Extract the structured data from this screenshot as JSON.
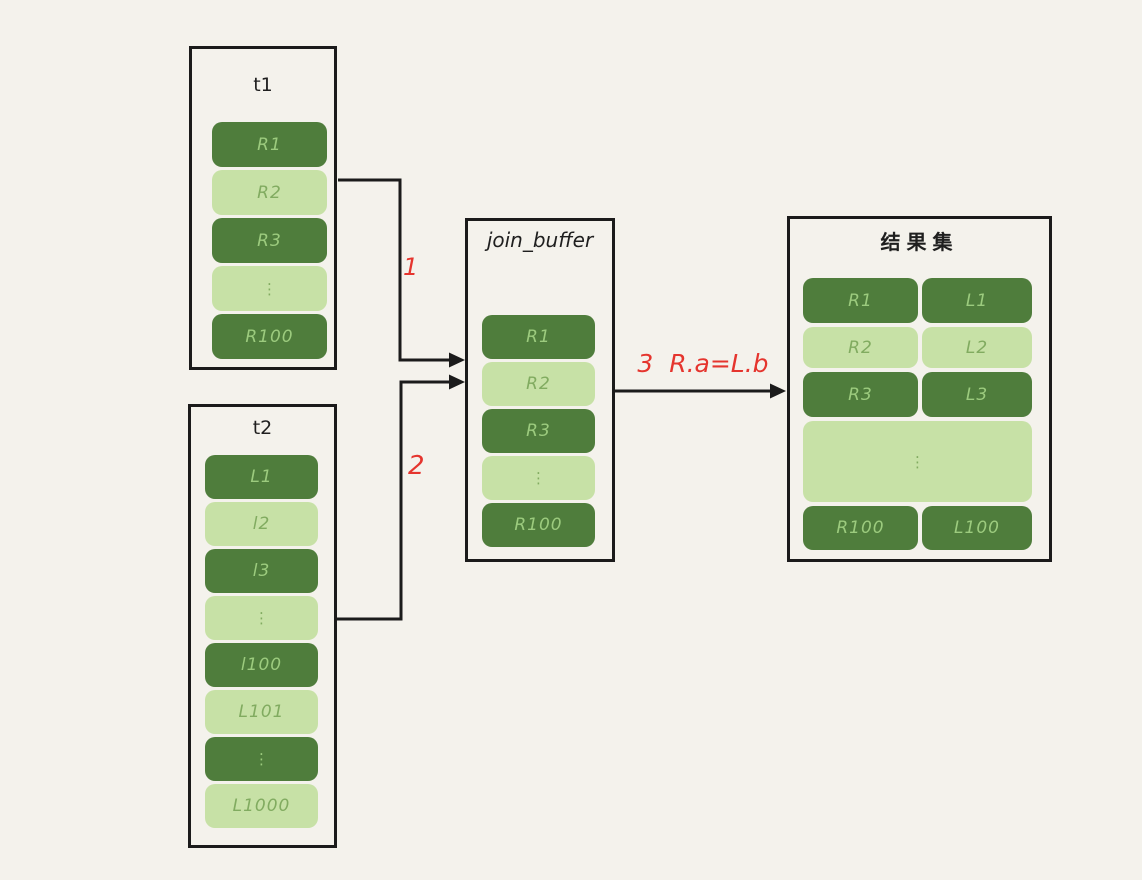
{
  "colors": {
    "bg": "#f4f2ec",
    "dark_green": "#4f7d3c",
    "light_green": "#c7e1a6",
    "text_on_dark": "#9ccb7e",
    "text_on_light": "#81ab60",
    "line": "#1b1b1b",
    "red": "#e5352e"
  },
  "t1": {
    "title": "t1",
    "rows": [
      {
        "label": "R1",
        "variant": "dark"
      },
      {
        "label": "R2",
        "variant": "light"
      },
      {
        "label": "R3",
        "variant": "dark"
      },
      {
        "label": "⋮",
        "variant": "light"
      },
      {
        "label": "R100",
        "variant": "dark"
      }
    ]
  },
  "t2": {
    "title": "t2",
    "rows": [
      {
        "label": "L1",
        "variant": "dark"
      },
      {
        "label": "l2",
        "variant": "light"
      },
      {
        "label": "l3",
        "variant": "dark"
      },
      {
        "label": "⋮",
        "variant": "light"
      },
      {
        "label": "l100",
        "variant": "dark"
      },
      {
        "label": "L101",
        "variant": "light"
      },
      {
        "label": "⋮",
        "variant": "dark"
      },
      {
        "label": "L1000",
        "variant": "light"
      }
    ]
  },
  "join_buffer": {
    "title": "join_buffer",
    "rows": [
      {
        "label": "R1",
        "variant": "dark"
      },
      {
        "label": "R2",
        "variant": "light"
      },
      {
        "label": "R3",
        "variant": "dark"
      },
      {
        "label": "⋮",
        "variant": "light"
      },
      {
        "label": "R100",
        "variant": "dark"
      }
    ]
  },
  "result": {
    "title": "结果集",
    "rows": [
      {
        "left": "R1",
        "right": "L1",
        "variant": "dark"
      },
      {
        "left": "R2",
        "right": "L2",
        "variant": "light"
      },
      {
        "left": "R3",
        "right": "L3",
        "variant": "dark"
      },
      {
        "label": "⋮",
        "variant": "light",
        "type": "dots"
      },
      {
        "left": "R100",
        "right": "L100",
        "variant": "dark"
      }
    ]
  },
  "arrows": {
    "step1": {
      "label": "1",
      "from": "t1",
      "to": "join_buffer"
    },
    "step2": {
      "label": "2",
      "from": "t2",
      "to": "join_buffer"
    },
    "step3": {
      "label": "3  R.a=L.b",
      "from": "join_buffer",
      "to": "result"
    }
  }
}
